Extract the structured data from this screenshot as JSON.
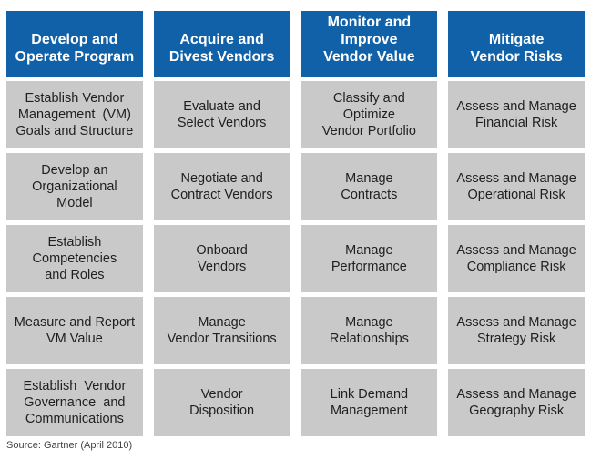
{
  "diagram": {
    "title_hint": "Vendor Management Framework",
    "columns": [
      {
        "header": "Develop and\nOperate Program",
        "cells": [
          "Establish Vendor\nManagement  (VM)\nGoals and Structure",
          "Develop an\nOrganizational\nModel",
          "Establish\nCompetencies\nand Roles",
          "Measure and Report\nVM Value",
          "Establish  Vendor\nGovernance  and\nCommunications"
        ]
      },
      {
        "header": "Acquire and\nDivest Vendors",
        "cells": [
          "Evaluate and\nSelect Vendors",
          "Negotiate and\nContract Vendors",
          "Onboard\nVendors",
          "Manage\nVendor Transitions",
          "Vendor\nDisposition"
        ]
      },
      {
        "header": "Monitor and\nImprove\nVendor Value",
        "cells": [
          "Classify and\nOptimize\nVendor Portfolio",
          "Manage\nContracts",
          "Manage\nPerformance",
          "Manage\nRelationships",
          "Link Demand\nManagement"
        ]
      },
      {
        "header": "Mitigate\nVendor Risks",
        "cells": [
          "Assess and Manage\nFinancial Risk",
          "Assess and Manage\nOperational Risk",
          "Assess and Manage\nCompliance Risk",
          "Assess and Manage\nStrategy Risk",
          "Assess and Manage\nGeography Risk"
        ]
      }
    ],
    "source": "Source: Gartner (April 2010)",
    "colors": {
      "header_bg": "#1161A8",
      "header_text": "#FFFFFF",
      "cell_bg": "#C9C9C9",
      "cell_text": "#1F1F1F",
      "source_text": "#444444"
    }
  }
}
